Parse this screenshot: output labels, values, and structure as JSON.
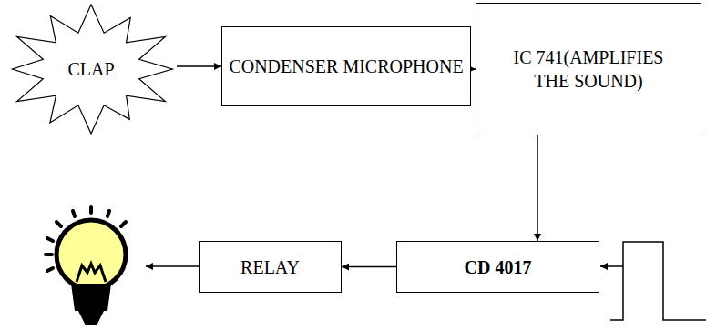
{
  "diagram": {
    "nodes": [
      {
        "text": [
          "CLAP"
        ]
      },
      {
        "text": [
          "CONDENSER MICROPHONE"
        ]
      },
      {
        "text": [
          "IC 741(AMPLIFIES THE SOUND)"
        ]
      },
      {
        "text": [
          "RELAY"
        ]
      },
      {
        "text": [
          "CD 4017"
        ]
      }
    ],
    "edges": [
      {
        "from": 0,
        "to": 1,
        "arrow": "to"
      },
      {
        "from": 1,
        "to": 2,
        "arrow": "to"
      },
      {
        "from": 2,
        "to": 4,
        "arrow": "to"
      },
      {
        "from": 4,
        "to": 3,
        "arrow": "to"
      }
    ]
  }
}
